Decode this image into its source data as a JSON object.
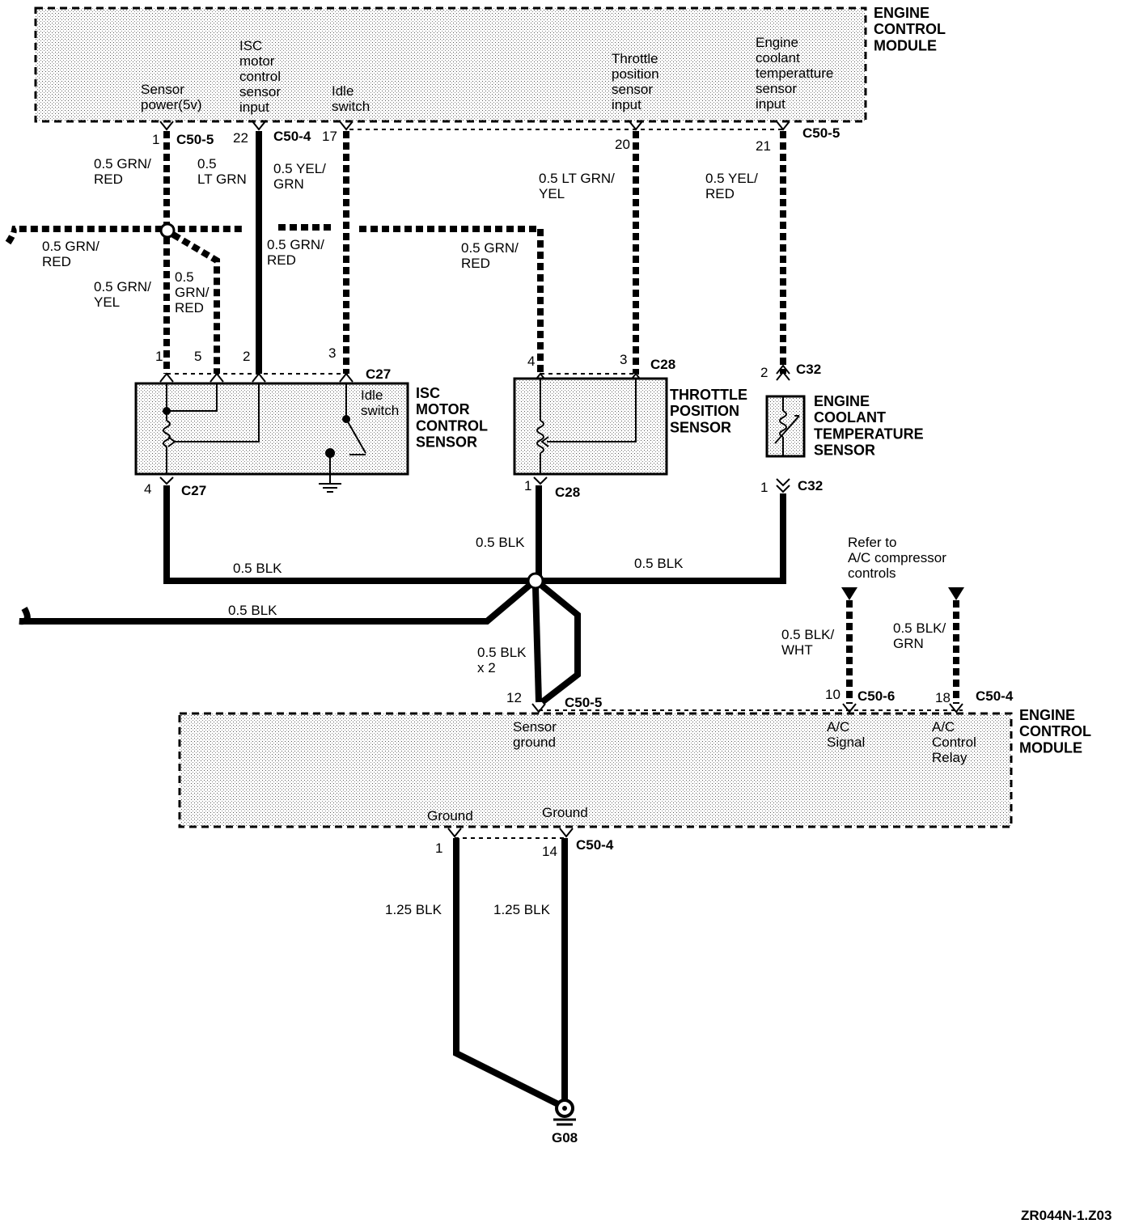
{
  "modules": {
    "ecm_top": "ENGINE\nCONTROL\nMODULE",
    "ecm_bottom": "ENGINE\nCONTROL\nMODULE"
  },
  "ecm_top_pins": {
    "sensor_power": "Sensor\npower(5v)",
    "isc_input": "ISC\nmotor\ncontrol\nsensor\ninput",
    "idle_switch": "Idle\nswitch",
    "tps_input": "Throttle\nposition\nsensor\ninput",
    "ect_input": "Engine\ncoolant\ntemperatture\nsensor\ninput"
  },
  "connectors": {
    "c50_5": "C50-5",
    "c50_4": "C50-4",
    "c50_6": "C50-6",
    "c27": "C27",
    "c28": "C28",
    "c32": "C32"
  },
  "pins": {
    "p1": "1",
    "p22": "22",
    "p17": "17",
    "p20": "20",
    "p21": "21",
    "p5": "5",
    "p2": "2",
    "p3": "3",
    "p4": "4",
    "p12": "12",
    "p10": "10",
    "p18": "18",
    "p14": "14"
  },
  "wires": {
    "grn_red": "0.5 GRN/\nRED",
    "lt_grn": "0.5\nLT GRN",
    "yel_grn": "0.5 YEL/\nGRN",
    "lt_grn_yel": "0.5 LT GRN/\nYEL",
    "yel_red": "0.5 YEL/\nRED",
    "grn_yel": "0.5 GRN/\nYEL",
    "grn_red_b": "0.5\nGRN/\nRED",
    "blk": "0.5 BLK",
    "blk_x2": "0.5 BLK\nx 2",
    "blk_wht": "0.5 BLK/\nWHT",
    "blk_grn": "0.5 BLK/\nGRN",
    "blk_125": "1.25 BLK"
  },
  "components": {
    "isc": "ISC\nMOTOR\nCONTROL\nSENSOR",
    "idle_switch": "Idle\nswitch",
    "tps": "THROTTLE\nPOSITION\nSENSOR",
    "ect": "ENGINE\nCOOLANT\nTEMPERATURE\nSENSOR"
  },
  "ecm_bottom_pins": {
    "sensor_ground": "Sensor\nground",
    "ac_signal": "A/C\nSignal",
    "ac_relay": "A/C\nControl\nRelay",
    "ground": "Ground"
  },
  "notes": {
    "refer_ac": "Refer to\nA/C compressor\ncontrols",
    "ground_id": "G08",
    "diagram_id": "ZR044N-1.Z03"
  }
}
